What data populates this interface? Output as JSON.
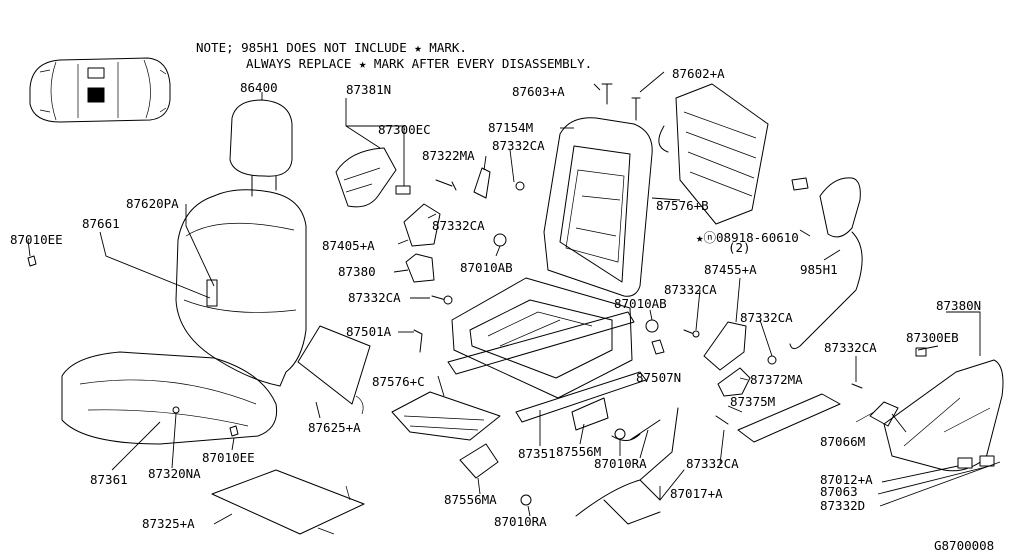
{
  "note": {
    "line1": "NOTE; 985H1 DOES NOT INCLUDE ★ MARK.",
    "line2": "ALWAYS REPLACE ★ MARK AFTER EVERY DISASSEMBLY."
  },
  "diagram_code": "G8700008",
  "labels": {
    "p86400": "86400",
    "p87381N": "87381N",
    "p87300EC": "87300EC",
    "p87603A": "87603+A",
    "p87602A": "87602+A",
    "p87154M": "87154M",
    "p87322MA": "87322MA",
    "p87332CA_1": "87332CA",
    "p87332CA_2": "87332CA",
    "p87332CA_3": "87332CA",
    "p87332CA_4": "87332CA",
    "p87332CA_5": "87332CA",
    "p87332CA_6": "87332CA",
    "p87332CA_7": "87332CA",
    "p87620PA": "87620PA",
    "p87010EE_1": "87010EE",
    "p87010EE_2": "87010EE",
    "p87661": "87661",
    "p87405A": "87405+A",
    "p87380": "87380",
    "p87010AB_1": "87010AB",
    "p87010AB_2": "87010AB",
    "p87576B": "87576+B",
    "p08918": "★ⓝ08918-60610",
    "p08918qty": "(2)",
    "p985H1": "985H1",
    "p87455A": "87455+A",
    "p87380N": "87380N",
    "p87300EB": "87300EB",
    "p87501A": "87501A",
    "p87507N": "87507N",
    "p87372MA": "87372MA",
    "p87576C": "87576+C",
    "p87375M": "87375M",
    "p87625A": "87625+A",
    "p87066M": "87066M",
    "p87556M": "87556M",
    "p87351": "87351",
    "p87010RA_1": "87010RA",
    "p87010RA_2": "87010RA",
    "p87361": "87361",
    "p87320NA": "87320NA",
    "p87012A": "87012+A",
    "p87063": "87063",
    "p87332D": "87332D",
    "p87017A": "87017+A",
    "p87556MA": "87556MA",
    "p87325A": "87325+A"
  }
}
